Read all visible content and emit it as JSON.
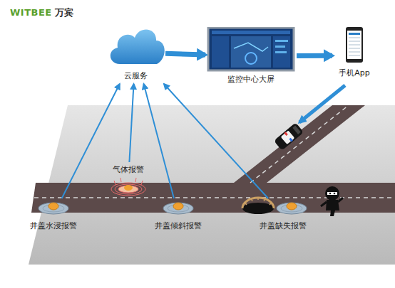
{
  "diagram": {
    "nodes": [
      {
        "text": [
          "云服务"
        ]
      },
      {
        "text": [
          "监控中心大屏"
        ]
      },
      {
        "text": [
          "手机App"
        ]
      },
      {
        "text": [
          "气体报警"
        ]
      },
      {
        "text": [
          "井盖水浸报警"
        ]
      },
      {
        "text": [
          "井盖倾斜报警"
        ]
      },
      {
        "text": [
          "井盖缺失报警"
        ]
      }
    ],
    "edges": [
      {
        "from": 4,
        "to": 0,
        "arrow": "to"
      },
      {
        "from": 3,
        "to": 0,
        "arrow": "to"
      },
      {
        "from": 5,
        "to": 0,
        "arrow": "to"
      },
      {
        "from": 6,
        "to": 0,
        "arrow": "to"
      },
      {
        "from": 0,
        "to": 1,
        "arrow": "to"
      },
      {
        "from": 1,
        "to": 2,
        "arrow": "to"
      }
    ],
    "labels": [
      "WITBEE",
      "万宾"
    ]
  }
}
